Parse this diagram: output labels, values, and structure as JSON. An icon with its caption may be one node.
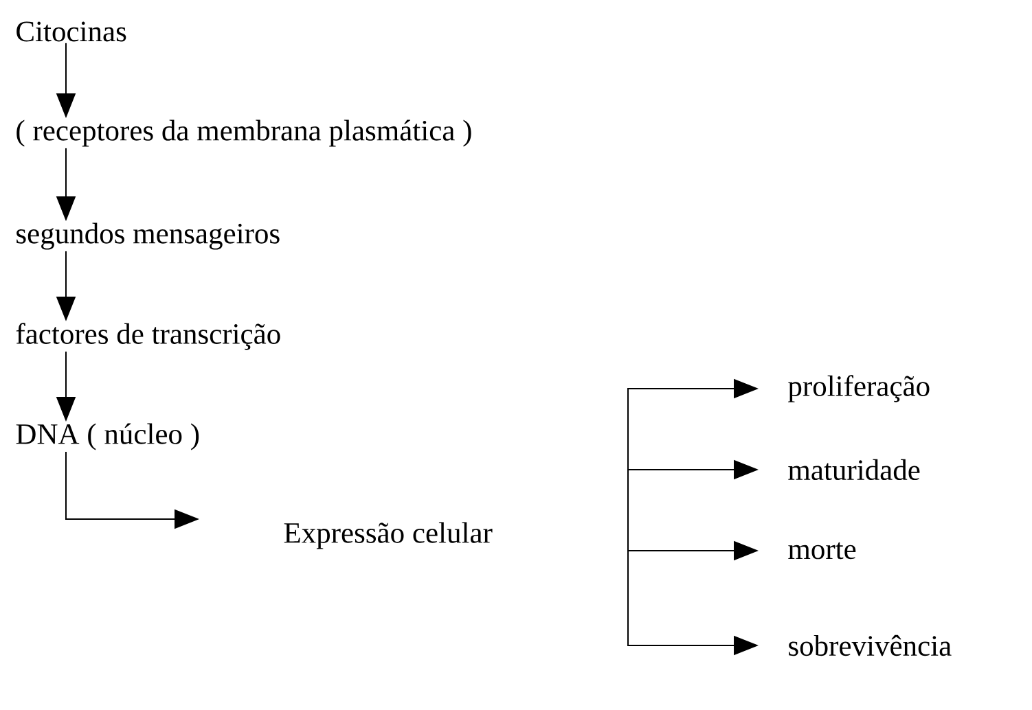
{
  "diagram": {
    "nodes": [
      {
        "text": [
          "Citocinas"
        ]
      },
      {
        "text": [
          "( receptores da membrana plasmática )"
        ]
      },
      {
        "text": [
          "segundos mensageiros"
        ]
      },
      {
        "text": [
          "factores de transcrição"
        ]
      },
      {
        "text": [
          "DNA ( núcleo )"
        ]
      },
      {
        "text": [
          "Expressão celular"
        ]
      },
      {
        "text": [
          "proliferação"
        ]
      },
      {
        "text": [
          "maturidade"
        ]
      },
      {
        "text": [
          "morte"
        ]
      },
      {
        "text": [
          "sobrevivência"
        ]
      }
    ],
    "edges": [
      {
        "from": 0,
        "to": 1,
        "arrow": "to"
      },
      {
        "from": 1,
        "to": 2,
        "arrow": "to"
      },
      {
        "from": 2,
        "to": 3,
        "arrow": "to"
      },
      {
        "from": 3,
        "to": 4,
        "arrow": "to"
      },
      {
        "from": 4,
        "to": null,
        "arrow": "to"
      },
      {
        "from": null,
        "to": 6,
        "arrow": "to"
      },
      {
        "from": null,
        "to": 7,
        "arrow": "to"
      },
      {
        "from": null,
        "to": 8,
        "arrow": "to"
      },
      {
        "from": null,
        "to": 9,
        "arrow": "to"
      }
    ]
  }
}
